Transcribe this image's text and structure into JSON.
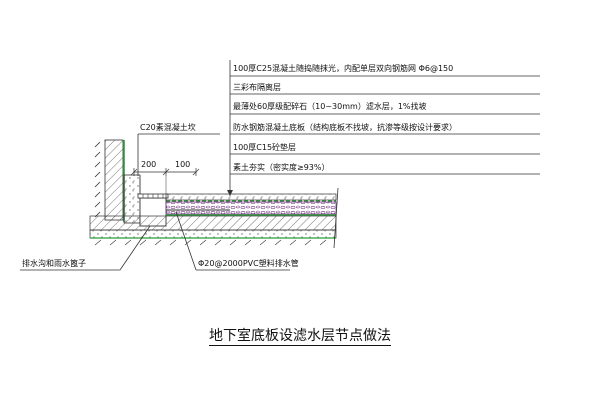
{
  "layers": [
    {
      "id": "topping",
      "text": "100厚C25混凝土随捣随抹光，内配单层双向钢筋网 Φ6@150"
    },
    {
      "id": "membrane",
      "text": "三彩布隔离层"
    },
    {
      "id": "gravel",
      "text": "最薄处60厚级配碎石（10~30mm）滤水层，1%找坡"
    },
    {
      "id": "slab",
      "text": "防水钢筋混凝土底板（结构底板不找坡，抗渗等级按设计要求）"
    },
    {
      "id": "cushion",
      "text": "100厚C15砼垫层"
    },
    {
      "id": "soil",
      "text": "素土夯实（密实度≥93%）"
    }
  ],
  "callouts": {
    "curb": "C20素混凝土坎",
    "gutter": "排水沟和雨水篦子",
    "pipe": "Φ20@2000PVC塑料排水管"
  },
  "dimensions": {
    "d1": "200",
    "d2": "100"
  },
  "caption": "地下室底板设滤水层节点做法"
}
